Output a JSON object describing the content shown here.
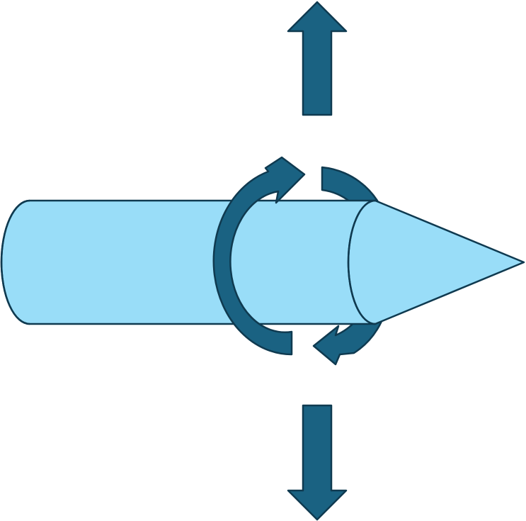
{
  "diagram": {
    "components": [
      "cylinder-body",
      "cone-tip",
      "rotation-arrow-front",
      "rotation-arrow-back",
      "up-arrow",
      "down-arrow"
    ]
  },
  "colors": {
    "body_fill": "#99DDF8",
    "arrow_fill": "#1A6282",
    "outline": "#0F3A50",
    "background": "#FFFFFF"
  },
  "icons": {
    "up": "arrow-up-icon",
    "down": "arrow-down-icon",
    "rotation": "rotation-arrow-icon"
  }
}
